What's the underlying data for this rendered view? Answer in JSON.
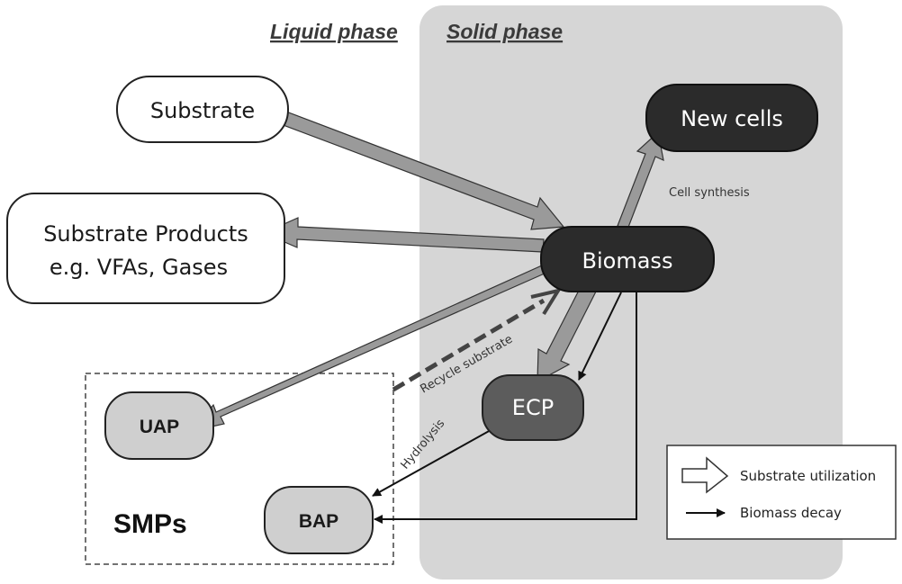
{
  "phases": {
    "liquid": "Liquid phase",
    "solid": "Solid phase"
  },
  "nodes": {
    "substrate": "Substrate",
    "substrate_products_line1": "Substrate Products",
    "substrate_products_line2": "e.g. VFAs, Gases",
    "biomass": "Biomass",
    "new_cells": "New cells",
    "ecp": "ECP",
    "uap": "UAP",
    "bap": "BAP",
    "smps": "SMPs"
  },
  "edge_labels": {
    "cell_synthesis": "Cell synthesis",
    "recycle_substrate": "Recycle substrate",
    "hydrolysis": "Hydrolysis"
  },
  "legend": {
    "substrate_utilization": "Substrate utilization",
    "biomass_decay": "Biomass decay"
  },
  "colors": {
    "solid_phase_bg": "#d6d6d6",
    "dark_node": "#2b2b2b",
    "ecp_node": "#5c5c5c",
    "light_node": "#cfcfcf",
    "thick_arrow": "#9a9a9a"
  }
}
